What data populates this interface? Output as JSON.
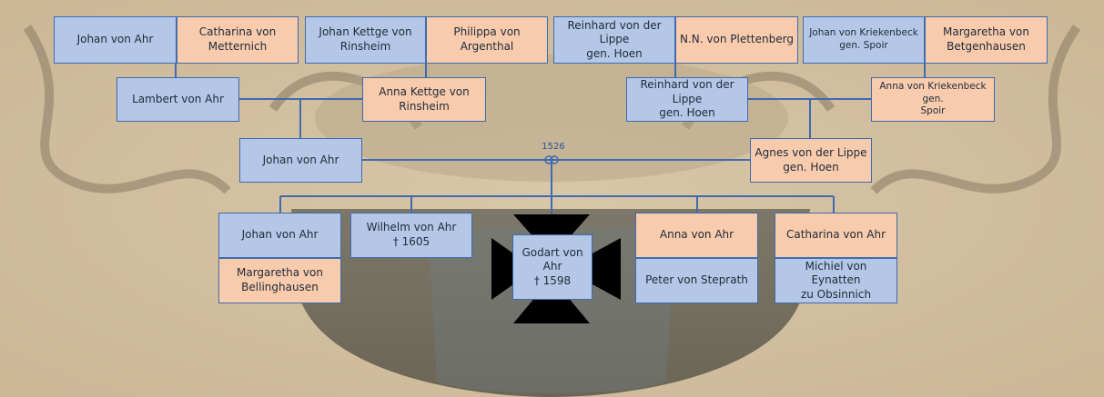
{
  "tree": {
    "gen1": {
      "johan_von_ahr": "Johan von Ahr",
      "catharina_von_metternich": "Catharina von\nMetternich",
      "johan_kettge": "Johan Kettge von\nRinsheim",
      "philippa": "Philippa von Argenthal",
      "reinhard_lippe_sr": "Reinhard von der Lippe\ngen. Hoen",
      "nn_plettenberg": "N.N. von Plettenberg",
      "johan_kriekenbeck": "Johan von Kriekenbeck\ngen. Spoir",
      "margaretha_betgenhausen": "Margaretha von\nBetgenhausen"
    },
    "gen2": {
      "lambert": "Lambert von Ahr",
      "anna_kettge": "Anna Kettge von\nRinsheim",
      "reinhard_lippe": "Reinhard von der Lippe\ngen. Hoen",
      "anna_kriekenbeck": "Anna von Kriekenbeck gen.\nSpoir"
    },
    "gen3": {
      "johan": "Johan von Ahr",
      "agnes": "Agnes von der Lippe\ngen. Hoen",
      "marriage_year": "1526"
    },
    "children": {
      "johan": "Johan von Ahr",
      "margaretha_bellinghausen": "Margaretha von\nBellinghausen",
      "wilhelm": "Wilhelm von Ahr\n† 1605",
      "godart": "Godart von\nAhr\n† 1598",
      "anna": "Anna von Ahr",
      "peter_steprath": "Peter von Steprath",
      "catharina": "Catharina von Ahr",
      "michiel_eynatten": "Michiel von Eynatten\nzu Obsinnich"
    }
  },
  "colors": {
    "male": "#b4c7e7",
    "female": "#f8cbad",
    "line": "#3f6bb0",
    "cross": "#000000"
  }
}
